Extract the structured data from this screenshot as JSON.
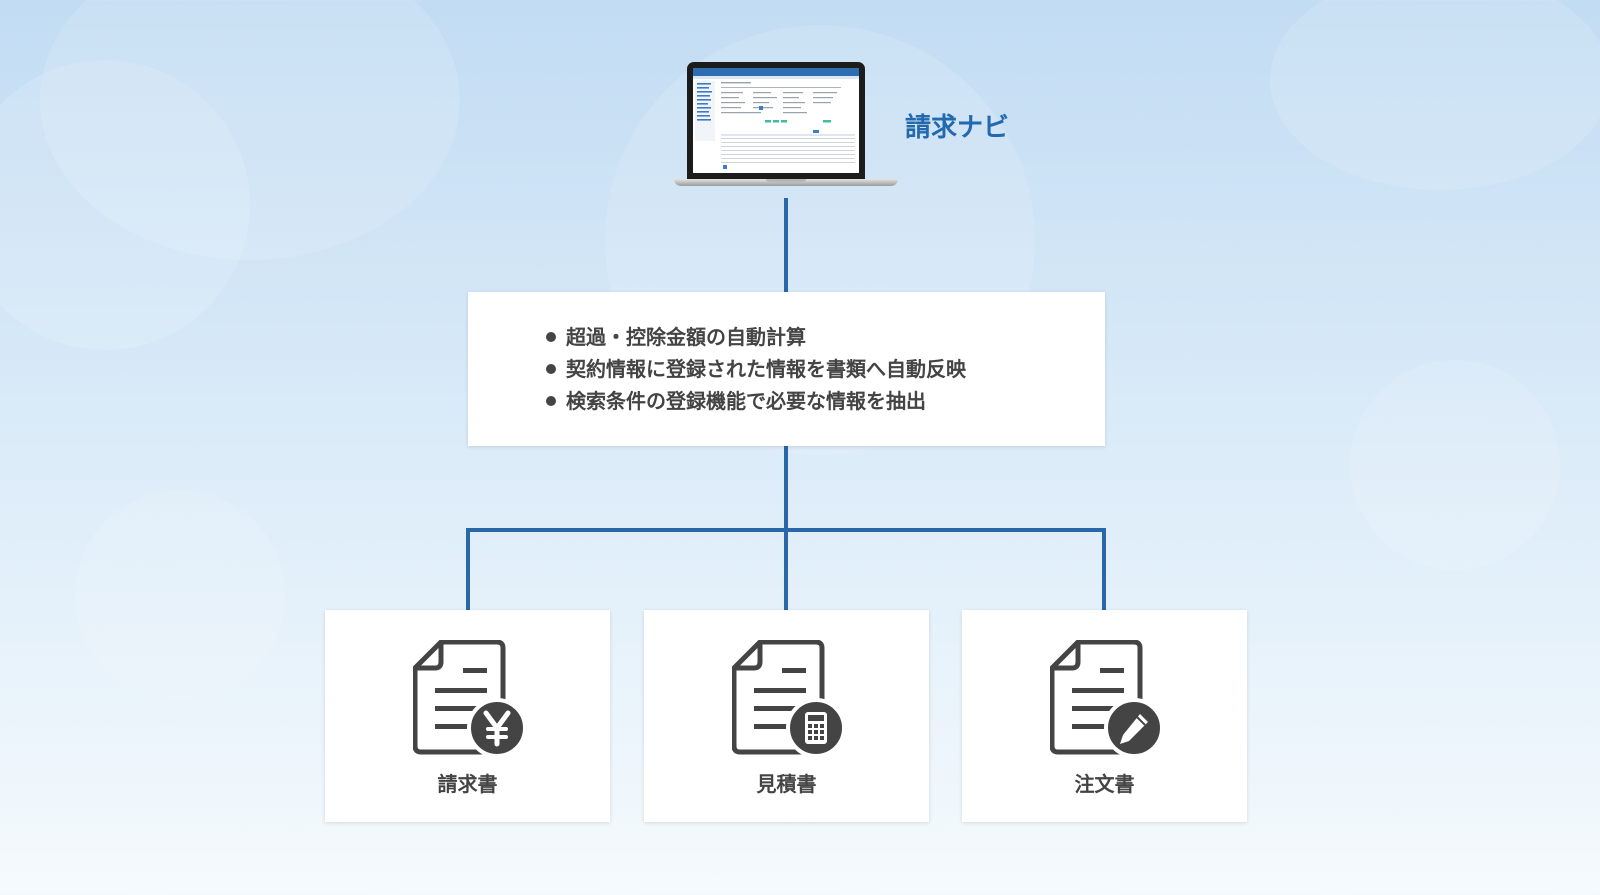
{
  "app": {
    "title": "請求ナビ"
  },
  "features": [
    "超過・控除金額の自動計算",
    "契約情報に登録された情報を書類へ自動反映",
    "検索条件の登録機能で必要な情報を抽出"
  ],
  "documents": [
    {
      "label": "請求書",
      "badge_icon": "yen-icon"
    },
    {
      "label": "見積書",
      "badge_icon": "calculator-icon"
    },
    {
      "label": "注文書",
      "badge_icon": "pencil-icon"
    }
  ],
  "colors": {
    "accent": "#2269ae",
    "connector": "#2a67a8",
    "text": "#444444",
    "icon": "#444444"
  }
}
